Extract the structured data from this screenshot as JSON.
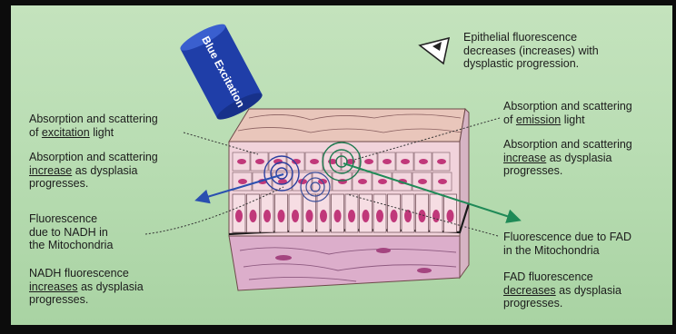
{
  "excitation_label": "Blue Excitation",
  "note": {
    "icon": "eye-icon",
    "lines": [
      "Epithelial fluorescence",
      "decreases (increases) with",
      "dysplastic progression."
    ]
  },
  "left_labels": {
    "absorption_line1": "Absorption and scattering",
    "absorption_line2_pre": "of ",
    "absorption_line2_u": "excitation",
    "absorption_line2_post": " light",
    "increase_line1": "Absorption and scattering",
    "increase_line2_u": "increase",
    "increase_line2_post": " as dysplasia",
    "increase_line3": "progresses.",
    "nadh_line1": "Fluorescence",
    "nadh_line2": "due to NADH in",
    "nadh_line3": "the Mitochondria",
    "nadh_inc_line1": "NADH fluorescence",
    "nadh_inc_line2_u": "increases",
    "nadh_inc_line2_post": " as dysplasia",
    "nadh_inc_line3": "progresses."
  },
  "right_labels": {
    "absorption_line1": "Absorption and scattering",
    "absorption_line2_pre": "of ",
    "absorption_line2_u": "emission",
    "absorption_line2_post": " light",
    "increase_line1": "Absorption and scattering",
    "increase_line2_u": "increase",
    "increase_line2_post": " as dysplasia",
    "increase_line3": "progresses.",
    "fad_line1": "Fluorescence due to FAD",
    "fad_line2": "in the Mitochondria",
    "fad_dec_line1": "FAD fluorescence",
    "fad_dec_line2_u": "decreases",
    "fad_dec_line2_post": " as dysplasia",
    "fad_dec_line3": "progresses."
  },
  "colors": {
    "background": "#bfe0b8",
    "excitation_blue": "#1f3ea8",
    "nadh_arrow": "#2a4fb0",
    "fad_arrow": "#1f8a57",
    "tissue_top": "#e7c4ba",
    "cell_layer": "#efd2d9",
    "nuclei": "#c0387a",
    "stroma": "#d9a8c6"
  }
}
